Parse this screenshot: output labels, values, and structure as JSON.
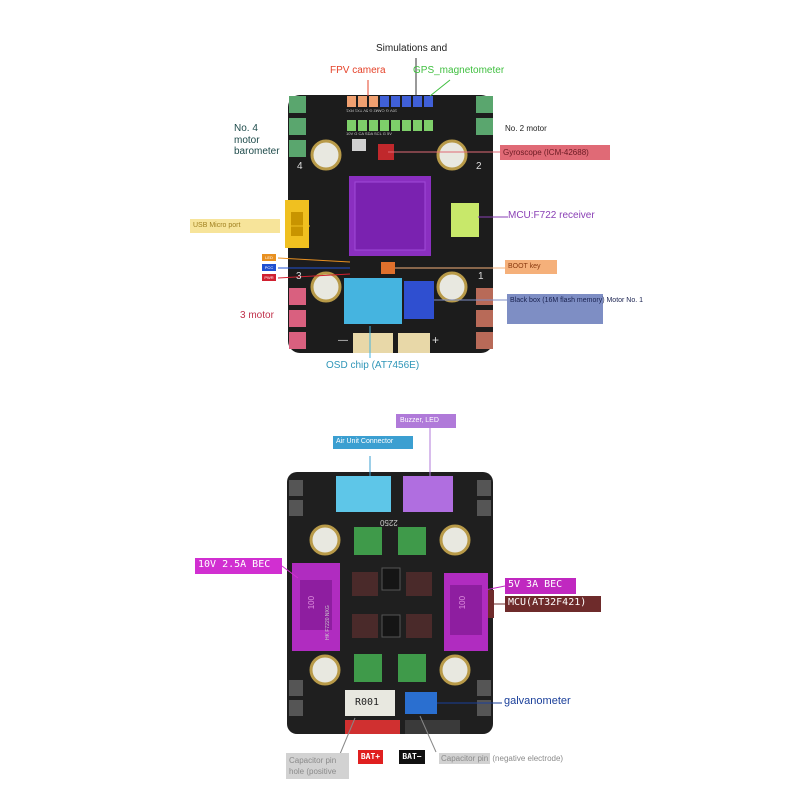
{
  "colors": {
    "fpv": "#e5432a",
    "gps": "#3fbf3f",
    "mcu_label": "#8a3fb5",
    "osd_label": "#2f96b8",
    "motor3_label": "#c0304a",
    "galvanometer_label": "#1a3f9a",
    "gyro_tag": "#e06a76",
    "usb_tag": "#f7e49a",
    "boot_tag": "#f5b07a",
    "blackbox_tag": "#7e8ec4",
    "air_unit_tag": "#3b9fd1",
    "buzzer_tag": "#b07ad9",
    "bec10_tag": "#d12fd1",
    "bec5_tag": "#c028c0",
    "mcu_at32_tag": "#6e2b2b",
    "bat_plus_tag": "#e02020",
    "bat_minus_tag": "#111111",
    "cap_tag": "#d2d2d2"
  },
  "top_board": {
    "simulations": "Simulations and",
    "fpv_camera": "FPV camera",
    "gps": "GPS_magnetometer",
    "motor4_line1": "No. 4",
    "motor4_line2": "motor",
    "motor4_line3": "barometer",
    "motor2": "No. 2 motor",
    "gyroscope": "Gyroscope (ICM-42688)",
    "usb": "USB Micro port",
    "mcu": "MCU:F722 receiver",
    "led_label": "LED",
    "pcc_label": "PCC",
    "pwr_label": "PWR",
    "boot": "BOOT key",
    "motor3": "3 motor",
    "blackbox": "Black box (16M flash memory) Motor No. 1",
    "osd": "OSD chip (AT7456E)",
    "silk_top": "10V  G  CAM2  G  5V  TX1 RX1",
    "silk_bottom": "10V  G  CA  SDA SCL  G  5V",
    "num1": "1",
    "num2": "2",
    "num3": "3",
    "num4": "4",
    "minus": "—",
    "plus": "+"
  },
  "bottom_board": {
    "buzzer": "Buzzer, LED",
    "air_unit": "Air Unit Connector",
    "bec10": "10V  2.5A  BEC",
    "bec5": "5V  3A  BEC",
    "mcu_at32": "MCU(AT32F421)",
    "galvanometer": "galvanometer",
    "cap_left_1": "Capacitor pin",
    "cap_left_2": "hole (positive",
    "bat_plus": "BAT+",
    "bat_minus": "BAT−",
    "cap_right_1": "Capacitor pin",
    "cap_right_2": "(negative electrode)",
    "silk_2250": "2250",
    "shunt": "R001",
    "board_id": "HK F7220 NXG",
    "inductor": "100"
  }
}
